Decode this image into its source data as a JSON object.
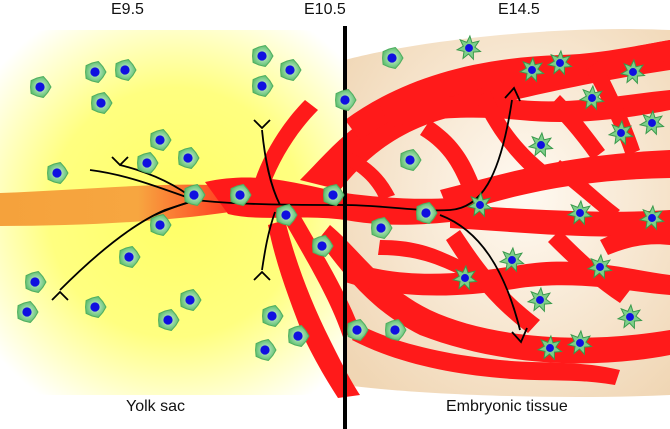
{
  "stage_labels": [
    "E9.5",
    "E10.5",
    "E14.5"
  ],
  "regions": {
    "left": "Yolk sac",
    "right": "Embryonic tissue"
  },
  "colors": {
    "vessel": "#ff1a1a",
    "yolk_center": "#ffff66",
    "yolk_edge": "#ffffff",
    "embryo_center": "#fffaf0",
    "embryo_edge": "#f2d9b8",
    "primitive_vessel": "#f7a640",
    "cell_body": "#7ecf8a",
    "cell_nucleus": "#1010e0",
    "arrow": "#000000",
    "divider": "#000000"
  },
  "icons": [
    "round-macrophage-icon",
    "star-macrophage-icon",
    "y-branch-icon",
    "arrow-icon"
  ]
}
